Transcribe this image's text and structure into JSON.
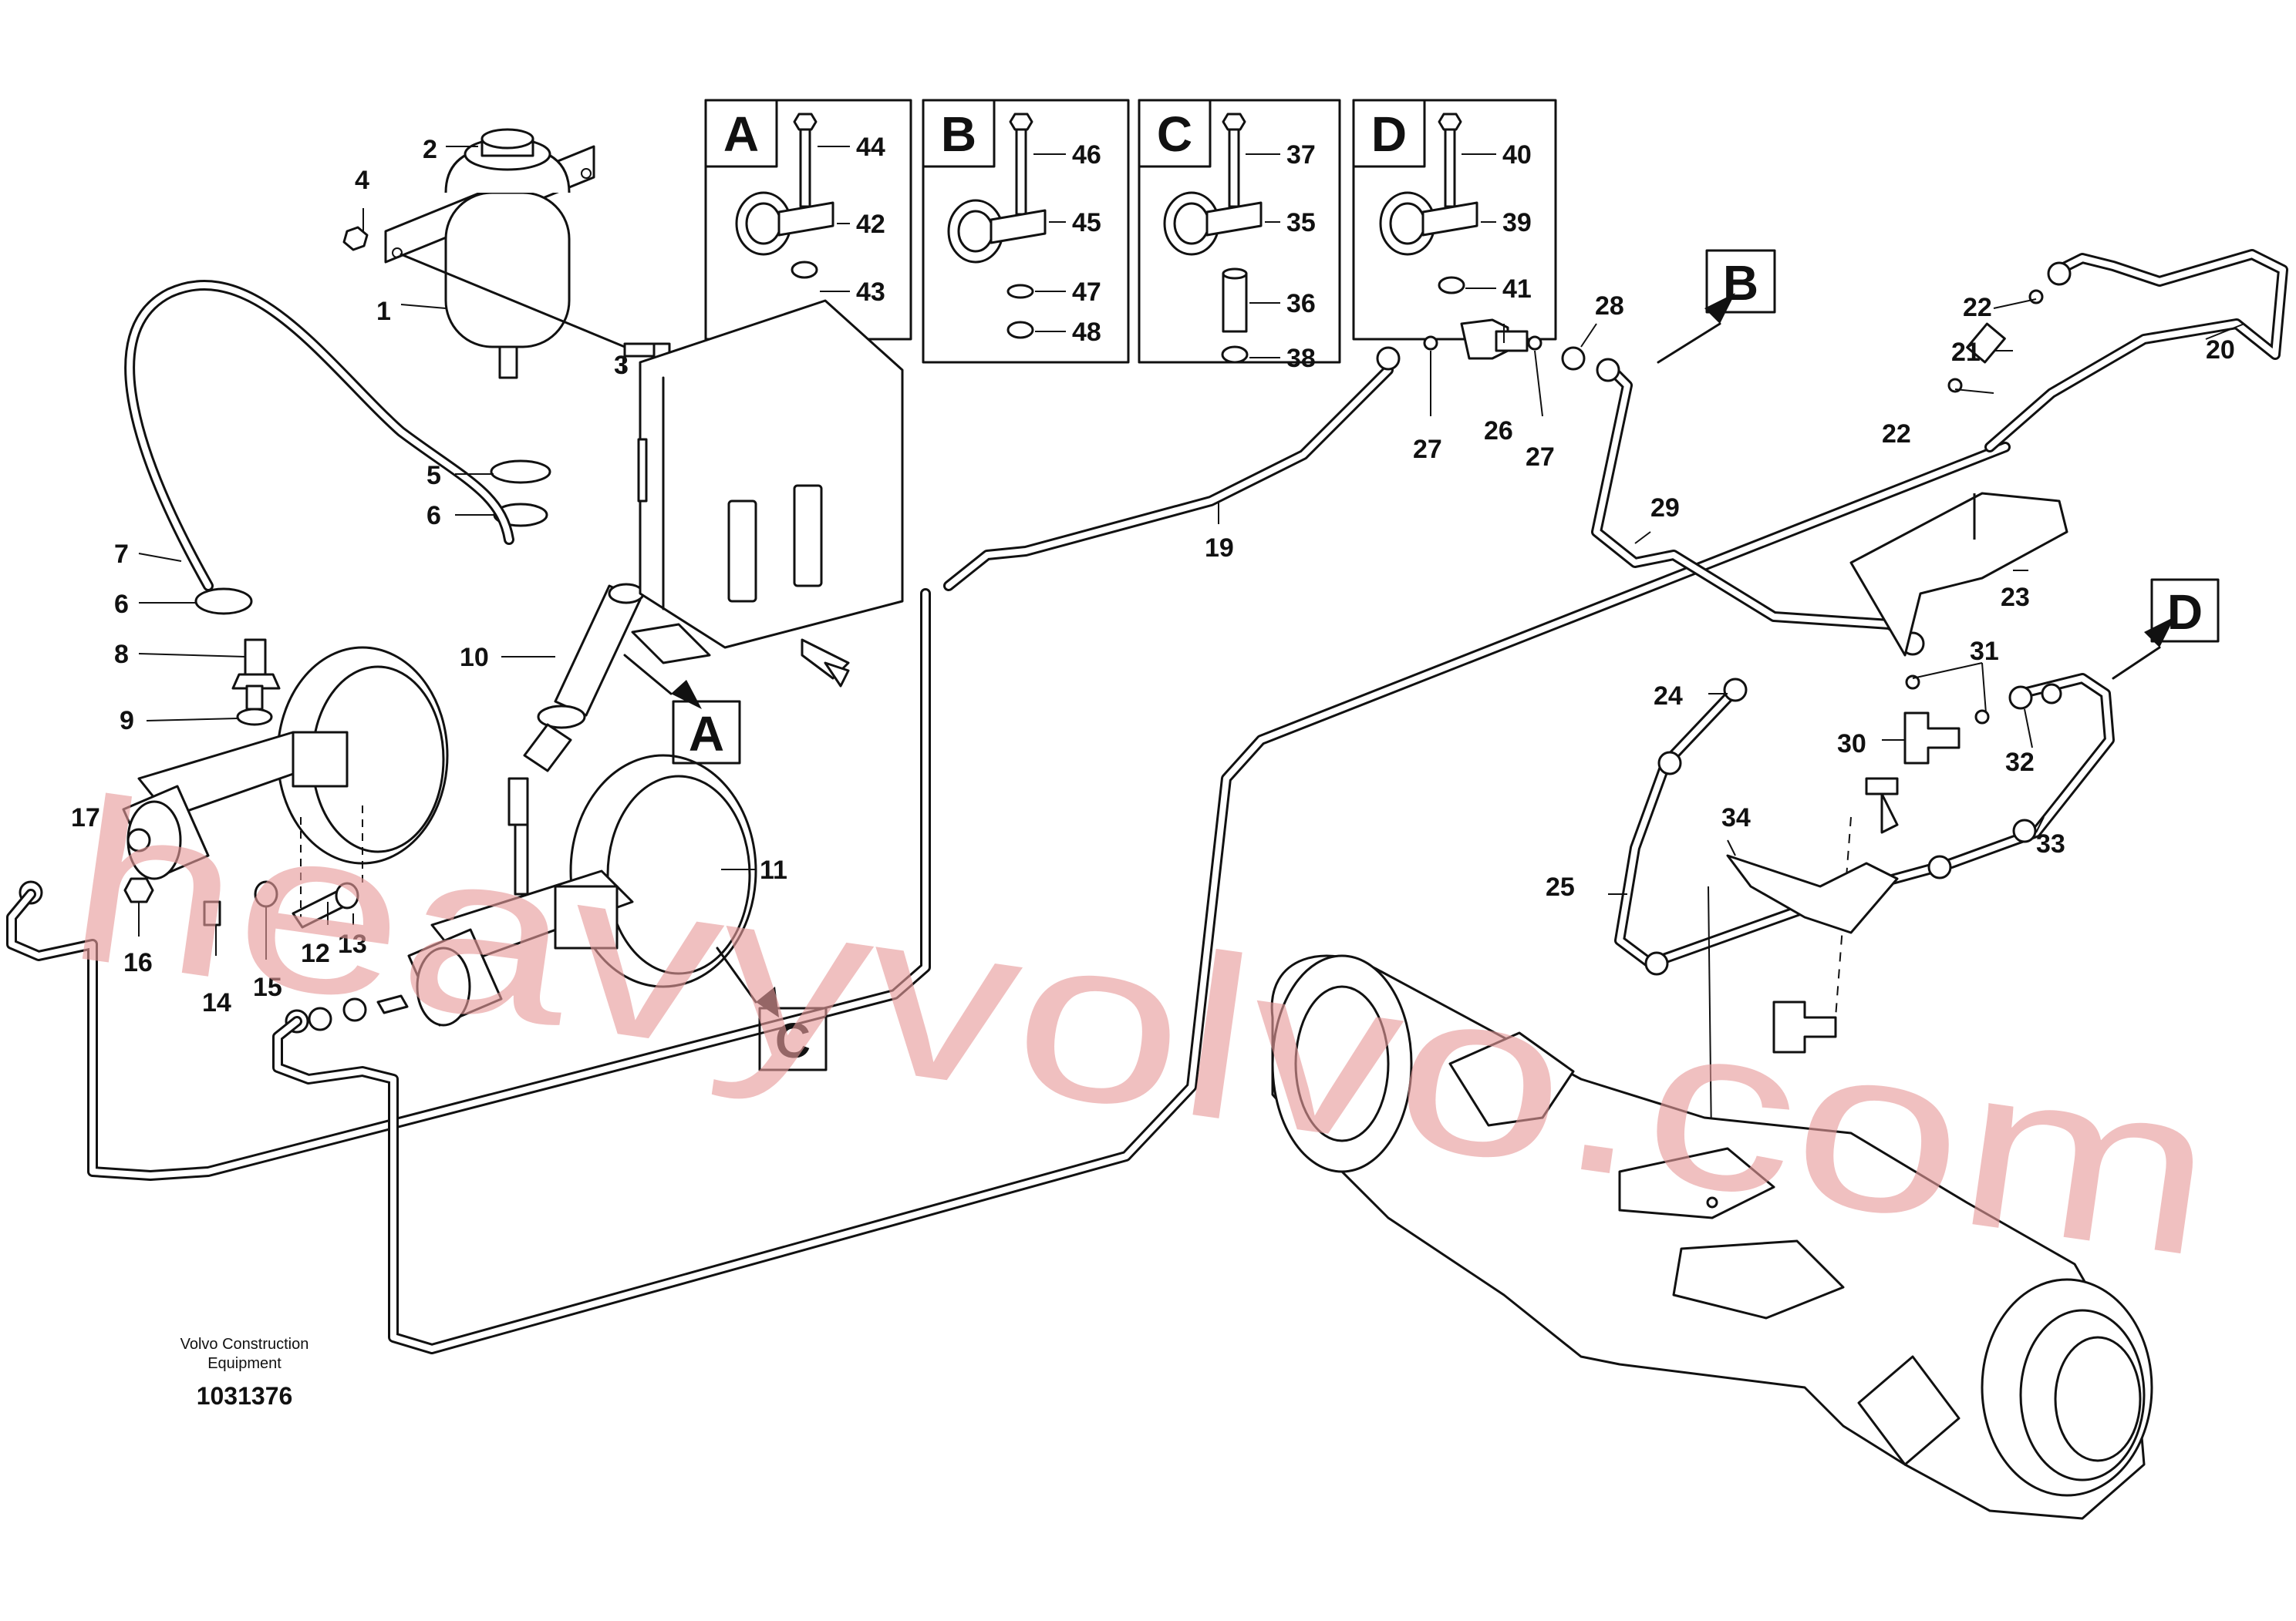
{
  "detail_boxes": [
    {
      "letter": "A",
      "labels": [
        "44",
        "42",
        "43"
      ]
    },
    {
      "letter": "B",
      "labels": [
        "46",
        "45",
        "47",
        "48"
      ]
    },
    {
      "letter": "C",
      "labels": [
        "37",
        "35",
        "36",
        "38"
      ]
    },
    {
      "letter": "D",
      "labels": [
        "40",
        "39",
        "41"
      ]
    }
  ],
  "view_markers": [
    "A",
    "B",
    "C",
    "D"
  ],
  "part_numbers": [
    "1",
    "2",
    "3",
    "4",
    "5",
    "6",
    "6",
    "7",
    "8",
    "9",
    "10",
    "11",
    "12",
    "13",
    "14",
    "15",
    "16",
    "17",
    "19",
    "20",
    "21",
    "22",
    "22",
    "23",
    "24",
    "25",
    "26",
    "27",
    "27",
    "28",
    "29",
    "30",
    "31",
    "32",
    "33",
    "34"
  ],
  "footer": {
    "company_line1": "Volvo Construction",
    "company_line2": "Equipment",
    "drawing_number": "1031376"
  },
  "watermark": "heavyvolvo.com"
}
